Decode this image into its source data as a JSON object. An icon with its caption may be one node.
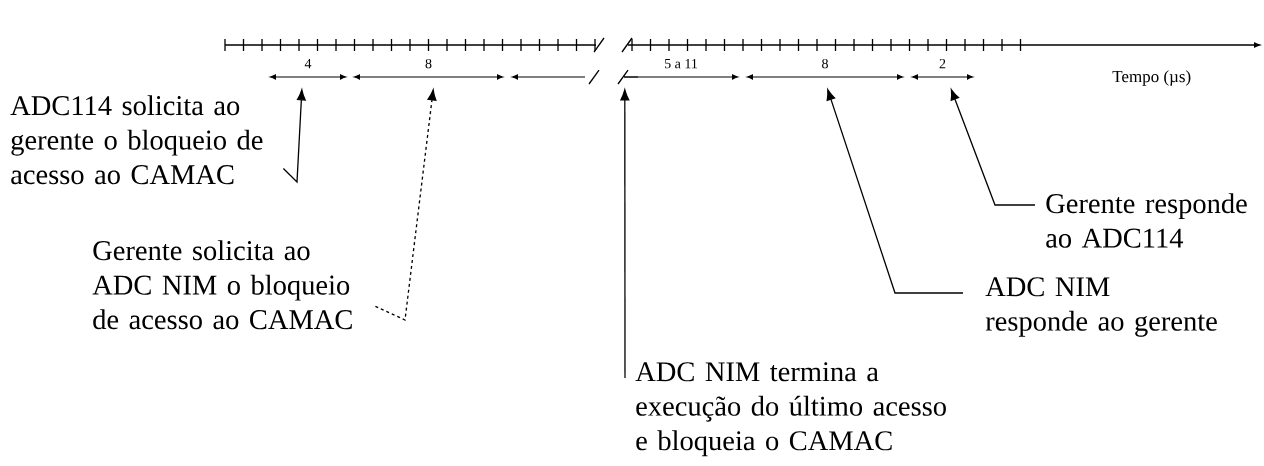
{
  "diagram": {
    "nodes": [
      {
        "text": [
          "4"
        ]
      },
      {
        "text": [
          "8"
        ]
      },
      {
        "text": [
          "5 a 11"
        ]
      },
      {
        "text": [
          "8"
        ]
      },
      {
        "text": [
          "2"
        ]
      },
      {
        "text": [
          "ADC114 solicita ao gerente o bloqueio de acesso ao CAMAC"
        ]
      },
      {
        "text": [
          "Gerente solicita ao ADC NIM o bloqueio de acesso ao CAMAC"
        ]
      },
      {
        "text": [
          "ADC NIM termina a execução do último acesso e bloqueia o CAMAC"
        ]
      },
      {
        "text": [
          "ADC NIM responde ao gerente"
        ]
      },
      {
        "text": [
          "Gerente responde ao ADC114"
        ]
      }
    ],
    "edges": [
      {
        "from": 5,
        "to": 0,
        "arrow": "to"
      },
      {
        "from": 6,
        "to": 1,
        "arrow": "to",
        "style": "dashed"
      },
      {
        "from": 7,
        "to": 2,
        "arrow": "to"
      },
      {
        "from": 8,
        "to": 3,
        "arrow": "to"
      },
      {
        "from": 9,
        "to": 4,
        "arrow": "to"
      }
    ],
    "labels": [
      "Tempo (µs)"
    ]
  }
}
